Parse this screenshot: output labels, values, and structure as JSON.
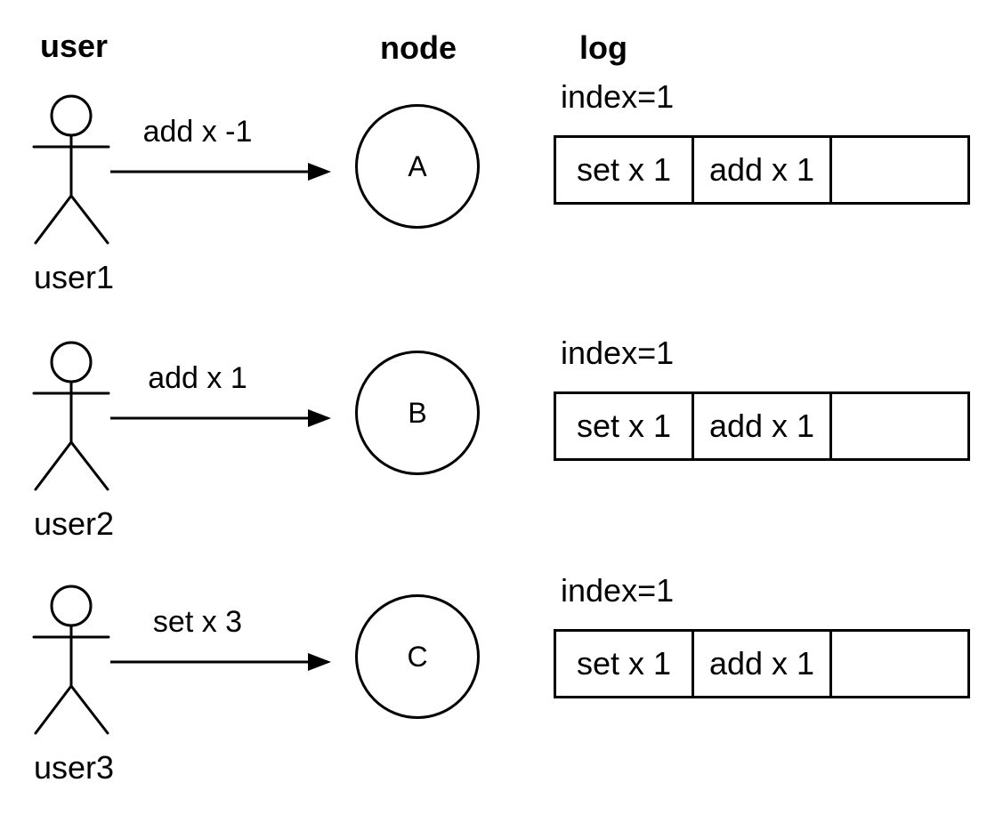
{
  "headers": {
    "user": "user",
    "node": "node",
    "log": "log"
  },
  "rows": [
    {
      "actor": "user1",
      "command": "add x -1",
      "node": "A",
      "log": {
        "index": "index=1",
        "cells": [
          "set x 1",
          "add x 1",
          ""
        ]
      }
    },
    {
      "actor": "user2",
      "command": "add x 1",
      "node": "B",
      "log": {
        "index": "index=1",
        "cells": [
          "set x 1",
          "add x 1",
          ""
        ]
      }
    },
    {
      "actor": "user3",
      "command": "set x 3",
      "node": "C",
      "log": {
        "index": "index=1",
        "cells": [
          "set x 1",
          "add x 1",
          ""
        ]
      }
    }
  ],
  "icons": {
    "actor": "stick-figure-icon",
    "arrow": "arrow-right-icon"
  },
  "colors": {
    "stroke": "#000000",
    "background": "#ffffff"
  }
}
